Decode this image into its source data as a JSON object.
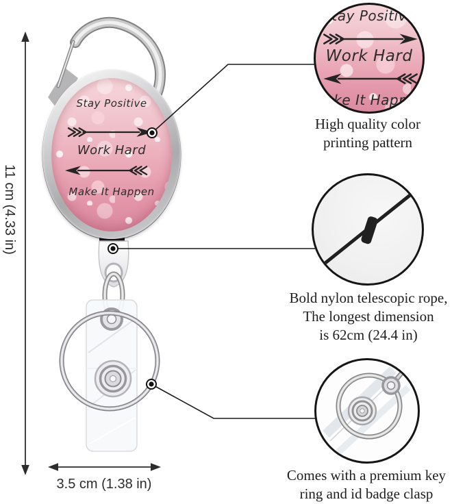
{
  "badge": {
    "lines": [
      "Stay Positive",
      "Work Hard",
      "Make It Happen"
    ]
  },
  "dimensions": {
    "height": "11 cm (4.33 in)",
    "width": "3.5 cm (1.38 in)"
  },
  "callouts": [
    {
      "id": "printing",
      "caption": [
        "High quality color",
        "printing pattern"
      ]
    },
    {
      "id": "rope",
      "caption": [
        "Bold nylon telescopic rope,",
        "The longest dimension",
        "is 62cm (24.4 in)"
      ]
    },
    {
      "id": "clasp",
      "caption": [
        "Comes with a premium key",
        "ring and id badge clasp"
      ]
    }
  ],
  "colors": {
    "glitter_pink": "#edabb8",
    "metal_silver": "#c9c9cb",
    "annotation_line": "#1a1a1a",
    "caption_text": "#1d1d1d"
  }
}
